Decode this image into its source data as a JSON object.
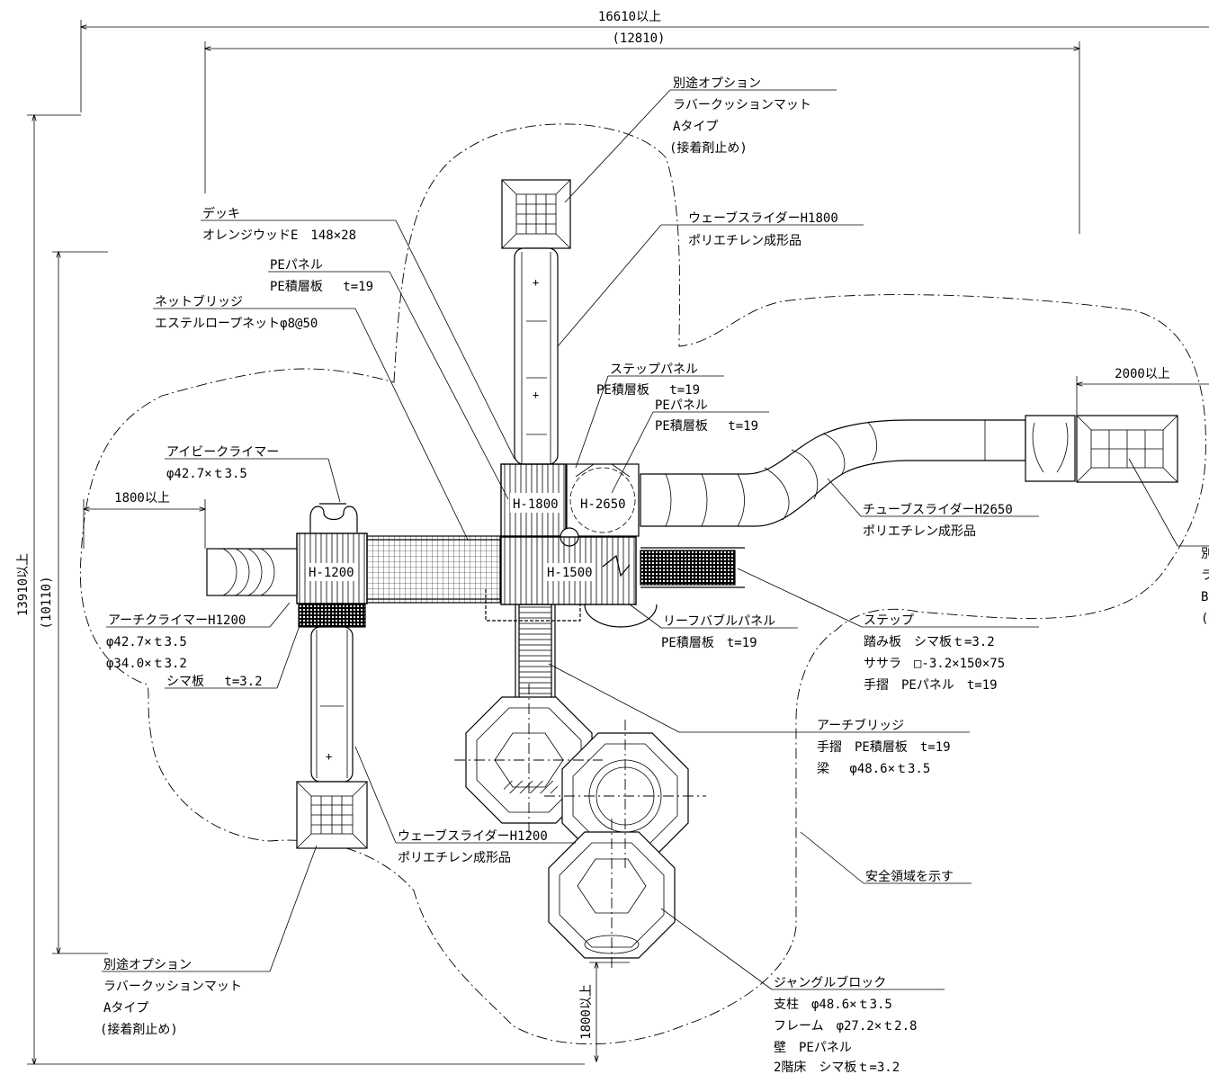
{
  "dimensions": {
    "overall_width": "16610以上",
    "inner_width": "(12810)",
    "overall_height": "13910以上",
    "inner_height": "(10110)",
    "left_clearance": "1800以上",
    "right_clearance": "2000以上",
    "bottom_clearance": "1800以上"
  },
  "heights": {
    "h1800": "H-1800",
    "h2650": "H-2650",
    "h1200": "H-1200",
    "h1500": "H-1500"
  },
  "labels": {
    "mat_top": [
      "別途オプション",
      "ラバークッションマット",
      "Aタイプ",
      "(接着剤止め)"
    ],
    "wave_1800": [
      "ウェーブスライダーH1800",
      "ポリエチレン成形品"
    ],
    "deck": [
      "デッキ",
      "オレンジウッドE　148×28"
    ],
    "pe_panel_1": [
      "PEパネル",
      "PE積層板　 t=19"
    ],
    "net_bridge": [
      "ネットブリッジ",
      "エステルロープネットφ8@50"
    ],
    "step_panel": [
      "ステップパネル",
      "PE積層板　 t=19"
    ],
    "pe_panel_2": [
      "PEパネル",
      "PE積層板　 t=19"
    ],
    "tube_slider": [
      "チューブスライダーH2650",
      "ポリエチレン成形品"
    ],
    "mat_right": [
      "別",
      "ラ",
      "B",
      "(接"
    ],
    "ivy_climber": [
      "アイビークライマー",
      "φ42.7×ｔ3.5"
    ],
    "arch_climber": [
      "アーチクライマーH1200",
      "φ42.7×ｔ3.5",
      "φ34.0×ｔ3.2",
      "シマ板　 t=3.2"
    ],
    "leaf_bubble": [
      "リーフバブルパネル",
      "PE積層板　t=19"
    ],
    "step": [
      "ステップ",
      "踏み板　シマ板ｔ=3.2",
      "ササラ　□-3.2×150×75",
      "手摺　PEパネル　t=19"
    ],
    "arch_bridge": [
      "アーチブリッジ",
      "手摺　PE積層板　t=19",
      "梁　 φ48.6×ｔ3.5"
    ],
    "wave_1200": [
      "ウェーブスライダーH1200",
      "ポリエチレン成形品"
    ],
    "safety_area": "安全領域を示す",
    "mat_bottom": [
      "別途オプション",
      "ラバークッションマット",
      "Aタイプ",
      "(接着剤止め)"
    ],
    "jungle_block": [
      "ジャングルブロック",
      "支柱　φ48.6×ｔ3.5",
      "フレーム　φ27.2×ｔ2.8",
      "壁　PEパネル",
      "2階床　シマ板ｔ=3.2"
    ]
  }
}
